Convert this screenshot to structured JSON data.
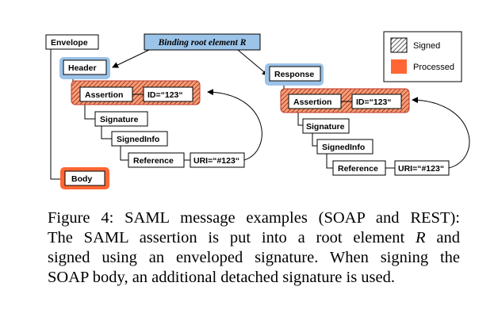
{
  "figure": {
    "binding_label": "Binding root element R",
    "legend": {
      "signed_label": "Signed",
      "processed_label": "Processed"
    },
    "left_tree": {
      "envelope": "Envelope",
      "header": "Header",
      "assertion": "Assertion",
      "id_attr": "ID=“123“",
      "signature": "Signature",
      "signedinfo": "SignedInfo",
      "reference": "Reference",
      "uri_attr": "URI=“#123“",
      "body": "Body"
    },
    "right_tree": {
      "response": "Response",
      "assertion": "Assertion",
      "id_attr": "ID=“123“",
      "signature": "Signature",
      "signedinfo": "SignedInfo",
      "reference": "Reference",
      "uri_attr": "URI=“#123“"
    },
    "colors": {
      "processed": "#ff6633",
      "binding_blue": "#9cc3e8",
      "signed_hatch": "#c0392b"
    }
  },
  "caption": {
    "line1": "Figure 4: SAML message examples (SOAP and REST):",
    "line2_a": "The SAML assertion is put into a root element ",
    "line2_var": "R",
    "line2_b": " and",
    "line3": "signed using an enveloped signature.  When signing the",
    "line4": "SOAP body, an additional detached signature is used."
  }
}
